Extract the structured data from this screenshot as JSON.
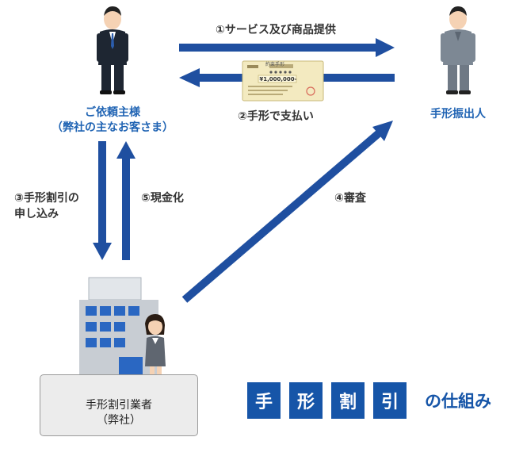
{
  "parties": {
    "client": {
      "line1": "ご依頼主様",
      "line2": "（弊社の主なお客さま）"
    },
    "issuer": {
      "name": "手形振出人"
    },
    "company": {
      "line1": "手形割引業者",
      "line2": "（弊社）"
    }
  },
  "steps": {
    "s1": "①サービス及び商品提供",
    "s2": "②手形で支払い",
    "s3_line1": "③手形割引の",
    "s3_line2": "申し込み",
    "s4": "④審査",
    "s5": "⑤現金化"
  },
  "note": {
    "amount": "¥1,000,000-",
    "header": "約束手形"
  },
  "title": {
    "chars": [
      "手",
      "形",
      "割",
      "引"
    ],
    "suffix": "の仕組み"
  },
  "colors": {
    "arrow": "#1f4fa0",
    "accent": "#1655a8",
    "label_blue": "#1f63b3"
  }
}
